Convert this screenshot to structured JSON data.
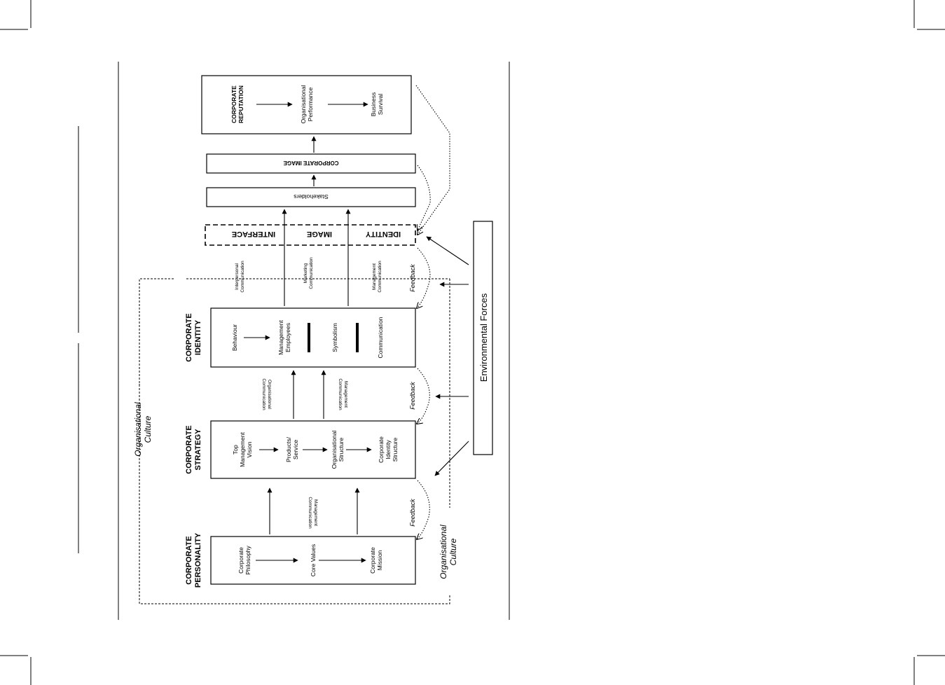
{
  "diagram": {
    "personality": {
      "title": [
        "CORPORATE",
        "PERSONALITY"
      ],
      "items": [
        [
          "Corporate",
          "Philosophy"
        ],
        [
          "Core Values"
        ],
        [
          "Corporate",
          "Mission"
        ]
      ]
    },
    "strategy": {
      "title": [
        "CORPORATE",
        "STRATEGY"
      ],
      "items": [
        [
          "Top",
          "Management",
          "Vision"
        ],
        [
          "Products/",
          "Service"
        ],
        [
          "Organisational",
          "Structure"
        ],
        [
          "Corporate",
          "Identity",
          "Structure"
        ]
      ]
    },
    "identity": {
      "title": [
        "CORPORATE",
        "IDENTITY"
      ],
      "items": [
        [
          "Behaviour"
        ],
        [
          "Management",
          "Employees"
        ],
        [
          "Symbolism"
        ],
        [
          "Communication"
        ]
      ]
    },
    "reputation": {
      "title": [
        "CORPORATE",
        "REPUTATION"
      ],
      "items": [
        [
          "Organisational",
          "Performance"
        ],
        [
          "Business",
          "Survival"
        ]
      ]
    },
    "interface": {
      "labels": [
        "IDENTITY",
        "IMAGE",
        "INTERFACE"
      ]
    },
    "stakeholders": "Stakeholders",
    "corporate_image": "CORPORATE IMAGE",
    "environmental_forces": "Environmental Forces",
    "organisational_culture": [
      "Organisational",
      "Culture"
    ],
    "feedback": "Feedback",
    "communications": {
      "management_1": [
        "Management",
        "Communication"
      ],
      "organisational": [
        "Organisational",
        "Communication"
      ],
      "management_2": [
        "Management",
        "Communication"
      ],
      "interpersonal": [
        "Interpersonal",
        "Communication"
      ],
      "marketing": [
        "Marketing",
        "Communication"
      ],
      "management_3": [
        "Management",
        "Communication"
      ]
    }
  }
}
